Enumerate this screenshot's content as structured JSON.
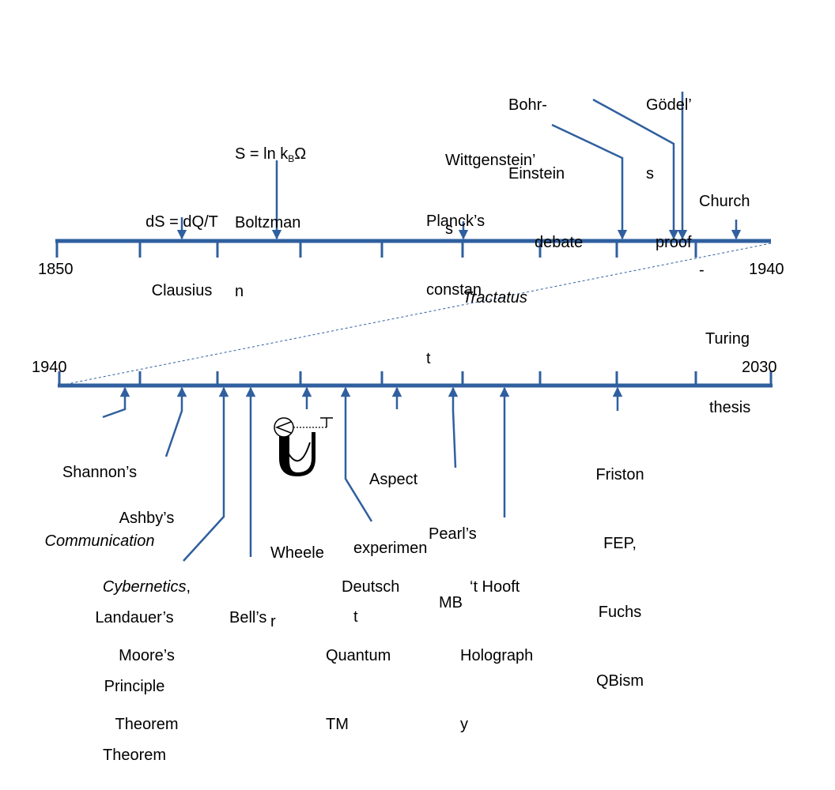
{
  "colors": {
    "line": "#2f5f9e",
    "text": "#000000",
    "dotted": "#2f5f9e"
  },
  "timeline_top": {
    "start_label": "1850",
    "end_label": "1940"
  },
  "timeline_bottom": {
    "start_label": "1940",
    "end_label": "2030"
  },
  "events_top": {
    "clausius": {
      "line1": "dS = dQ/T",
      "line2": "Clausius"
    },
    "boltzmann": {
      "line1_prefix": "S = ln k",
      "line1_sub": "B",
      "line1_suffix": "Ω",
      "line2": "Boltzman",
      "line3": "n"
    },
    "planck": {
      "line1": "Planck’s",
      "line2": "constan",
      "line3": "t"
    },
    "wittgenstein": {
      "line1": "Wittgenstein’",
      "line2": "s",
      "line3": "Tractatus"
    },
    "bohr_einstein": {
      "line1": "Bohr-",
      "line2": "Einstein",
      "line3": "debate"
    },
    "godel": {
      "line1": "Gödel’",
      "line2": "s",
      "line3": "proof"
    },
    "church_turing": {
      "line1": "Church",
      "line2": "-",
      "line3": "Turing",
      "line4": "thesis"
    }
  },
  "events_bottom": {
    "shannon": {
      "line1": "Shannon’s",
      "line2": "Communication"
    },
    "ashby": {
      "line1": "Ashby’s",
      "line2": "Cybernetics",
      "line2_suffix": ",",
      "line3": "Moore’s",
      "line4": "Theorem"
    },
    "landauer": {
      "line1": "Landauer’s",
      "line2": "Principle",
      "line3": "Theorem"
    },
    "bell": {
      "line1": "Bell’s"
    },
    "wheeler": {
      "line1": "Wheele",
      "line2": "r",
      "icon": "wheeler-u-eye-icon"
    },
    "deutsch": {
      "line1": "Deutsch",
      "line2": "Quantum",
      "line3": "TM"
    },
    "aspect": {
      "line1": "Aspect",
      "line2": "experimen",
      "line3": "t"
    },
    "pearl": {
      "line1": "Pearl’s",
      "line2": "MB"
    },
    "thooft": {
      "line1": "‘t Hooft",
      "line2": "Holograph",
      "line3": "y"
    },
    "friston": {
      "line1": "Friston",
      "line2": "FEP,",
      "line3": "Fuchs",
      "line4": "QBism"
    }
  }
}
